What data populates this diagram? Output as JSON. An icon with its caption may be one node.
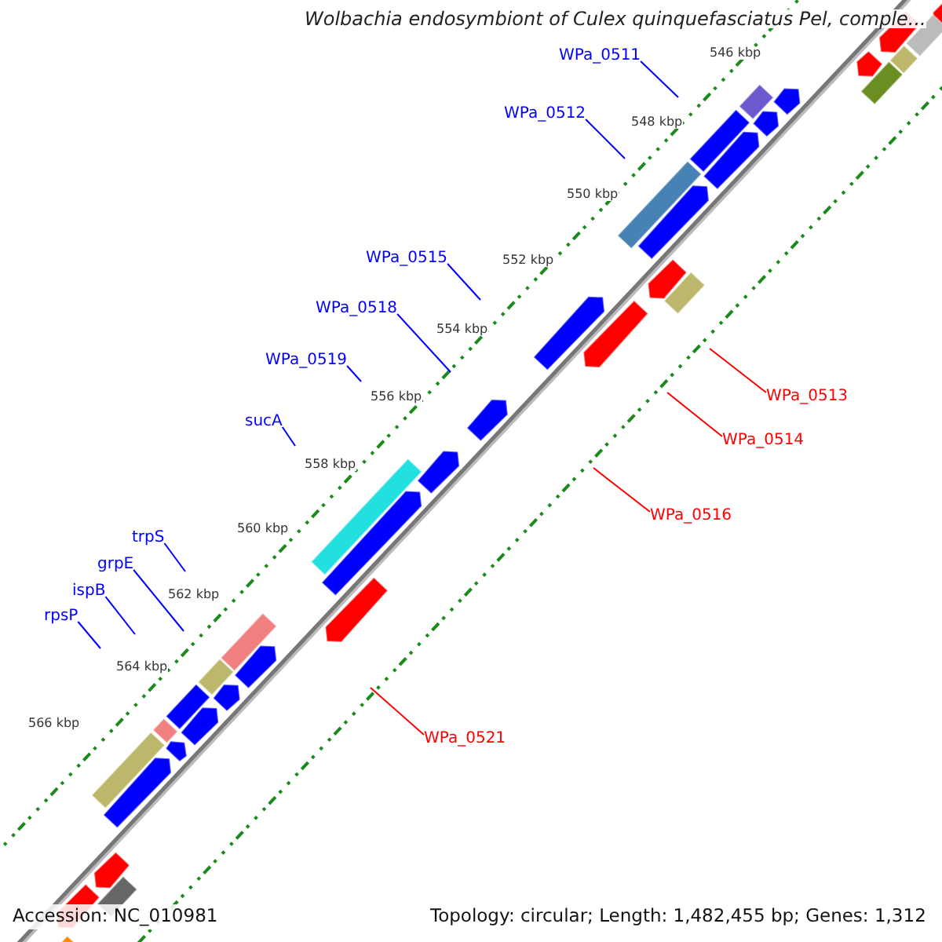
{
  "diagram": {
    "title": "Wolbachia endosymbiont of Culex quinquefasciatus Pel, comple...",
    "nodes": [
      {
        "text": [
          "WPa_0511"
        ]
      },
      {
        "text": [
          "WPa_0512"
        ]
      },
      {
        "text": [
          "WPa_0515"
        ]
      },
      {
        "text": [
          "WPa_0518"
        ]
      },
      {
        "text": [
          "WPa_0519"
        ]
      },
      {
        "text": [
          "sucA"
        ]
      },
      {
        "text": [
          "trpS"
        ]
      },
      {
        "text": [
          "grpE"
        ]
      },
      {
        "text": [
          "ispB"
        ]
      },
      {
        "text": [
          "rpsP"
        ]
      },
      {
        "text": [
          "WPa_0513"
        ]
      },
      {
        "text": [
          "WPa_0514"
        ]
      },
      {
        "text": [
          "WPa_0516"
        ]
      },
      {
        "text": [
          "WPa_0521"
        ]
      }
    ],
    "edges": [
      {
        "from": 0,
        "to": null,
        "arrow": "none"
      },
      {
        "from": 1,
        "to": null,
        "arrow": "none"
      },
      {
        "from": 2,
        "to": null,
        "arrow": "none"
      },
      {
        "from": 3,
        "to": null,
        "arrow": "none"
      },
      {
        "from": 4,
        "to": null,
        "arrow": "none"
      },
      {
        "from": 5,
        "to": null,
        "arrow": "none"
      },
      {
        "from": 6,
        "to": null,
        "arrow": "none"
      },
      {
        "from": 7,
        "to": null,
        "arrow": "none"
      },
      {
        "from": 8,
        "to": null,
        "arrow": "none"
      },
      {
        "from": 9,
        "to": null,
        "arrow": "none"
      },
      {
        "from": 10,
        "to": null,
        "arrow": "none",
        "color": "#ff0000"
      },
      {
        "from": 11,
        "to": null,
        "arrow": "none",
        "color": "#ff0000"
      },
      {
        "from": 12,
        "to": null,
        "arrow": "none",
        "color": "#ff0000"
      },
      {
        "from": 13,
        "to": null,
        "arrow": "none",
        "color": "#ff0000"
      }
    ],
    "labels": [
      "546 kbp",
      "548 kbp",
      "550 kbp",
      "552 kbp",
      "554 kbp",
      "556 kbp",
      "558 kbp",
      "560 kbp",
      "562 kbp",
      "564 kbp",
      "566 kbp",
      "Accession: NC_010981",
      "Topology: circular; Length: 1,482,455 bp; Genes: 1,312"
    ]
  }
}
